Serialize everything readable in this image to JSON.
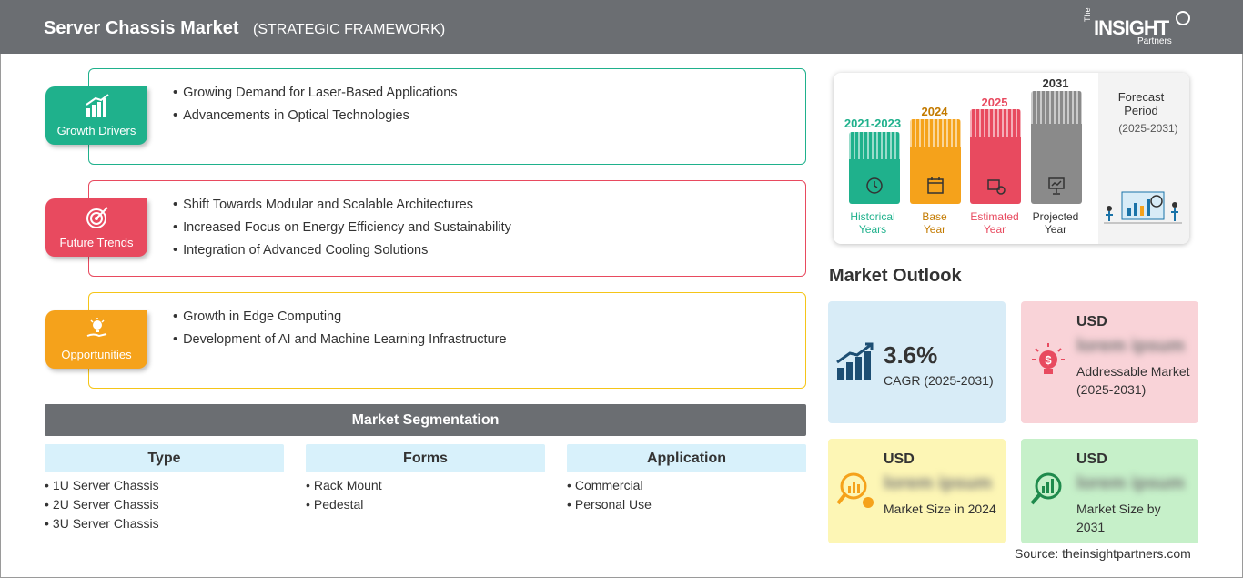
{
  "header": {
    "title": "Server Chassis Market",
    "subtitle": "(STRATEGIC FRAMEWORK)",
    "logo": {
      "the": "The",
      "insight": "INSIGHT",
      "partners": "Partners"
    }
  },
  "framework": [
    {
      "label": "Growth Drivers",
      "color": "#1fb18c",
      "icon": "bar-growth-icon",
      "items": [
        "Growing Demand for Laser-Based Applications",
        "Advancements in Optical Technologies"
      ]
    },
    {
      "label": "Future Trends",
      "color": "#e84a5f",
      "icon": "target-icon",
      "items": [
        "Shift Towards Modular and Scalable Architectures",
        "Increased Focus on Energy Efficiency and Sustainability",
        "Integration of Advanced Cooling Solutions"
      ]
    },
    {
      "label": "Opportunities",
      "color": "#f5a21b",
      "icon": "lightbulb-hand-icon",
      "items": [
        "Growth in Edge Computing",
        "Development of AI and Machine Learning Infrastructure"
      ]
    }
  ],
  "segmentation": {
    "title": "Market Segmentation",
    "columns": [
      {
        "head": "Type",
        "items": [
          "1U Server Chassis",
          "2U Server Chassis",
          "3U Server Chassis"
        ]
      },
      {
        "head": "Forms",
        "items": [
          "Rack Mount",
          "Pedestal"
        ]
      },
      {
        "head": "Application",
        "items": [
          "Commercial",
          "Personal Use"
        ]
      }
    ]
  },
  "timeline": {
    "periods": [
      {
        "year": "2021-2023",
        "label1": "Historical",
        "label2": "Years",
        "color": "#1fb18c"
      },
      {
        "year": "2024",
        "label1": "Base",
        "label2": "Year",
        "color": "#f5a21b"
      },
      {
        "year": "2025",
        "label1": "Estimated",
        "label2": "Year",
        "color": "#e84a5f"
      },
      {
        "year": "2031",
        "label1": "Projected",
        "label2": "Year",
        "color": "#8a8a8a"
      }
    ],
    "forecast": {
      "line1": "Forecast",
      "line2": "Period",
      "line3": "(2025-2031)"
    }
  },
  "outlook": {
    "title": "Market Outlook",
    "cagr": {
      "value": "3.6%",
      "label": "CAGR (2025-2031)"
    },
    "addressable": {
      "usd": "USD",
      "value": "lorem ipsum",
      "label": "Addressable Market (2025-2031)"
    },
    "size_2024": {
      "usd": "USD",
      "value": "lorem ipsum",
      "label": "Market Size in 2024"
    },
    "size_2031": {
      "usd": "USD",
      "value": "lorem ipsum",
      "label": "Market Size by 2031"
    }
  },
  "source": "Source: theinsightpartners.com"
}
